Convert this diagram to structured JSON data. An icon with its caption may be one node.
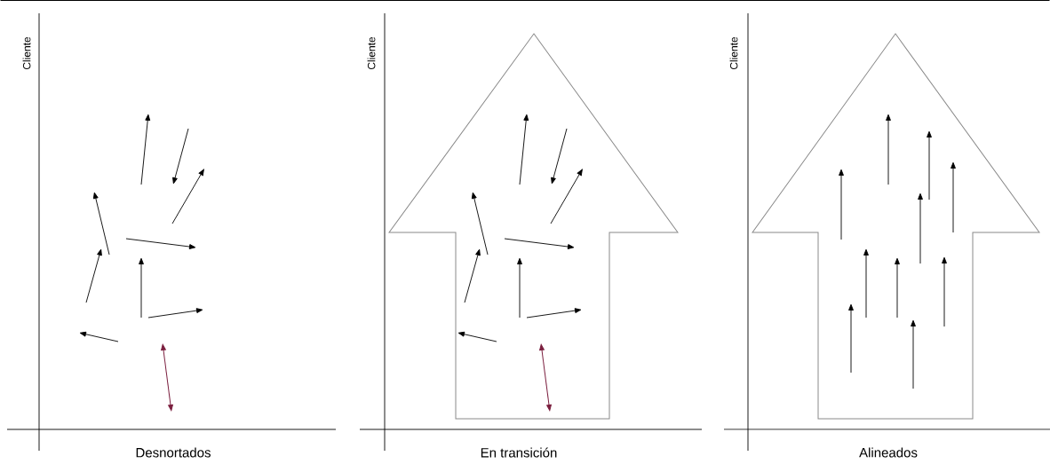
{
  "diagram": {
    "labels": [
      "Cliente",
      "Cliente",
      "Cliente",
      "Desnortados",
      "En transición",
      "Alineados"
    ]
  }
}
